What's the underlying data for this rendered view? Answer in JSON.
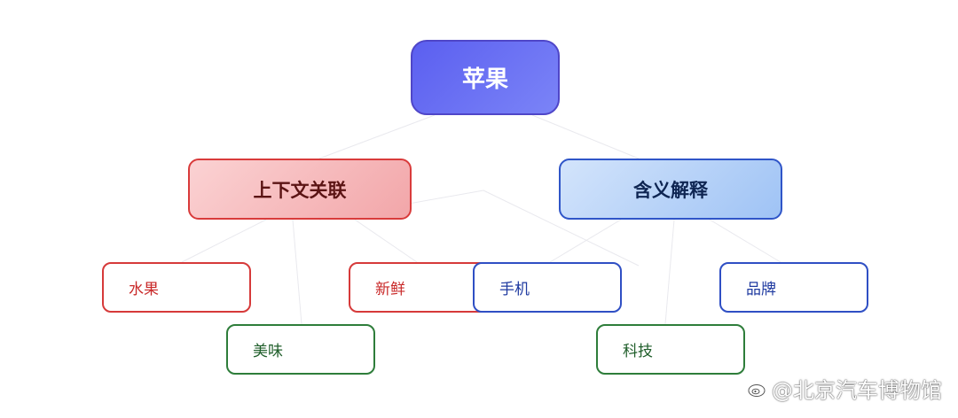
{
  "diagram": {
    "root": {
      "label": "苹果"
    },
    "branches": [
      {
        "label": "上下文关联"
      },
      {
        "label": "含义解释"
      }
    ],
    "leaves": [
      {
        "label": "水果"
      },
      {
        "label": "新鲜"
      },
      {
        "label": "美味"
      },
      {
        "label": "手机"
      },
      {
        "label": "品牌"
      },
      {
        "label": "科技"
      }
    ]
  },
  "colors": {
    "root": "#5b5ff0",
    "context_branch": "#d93b3b",
    "meaning_branch": "#2f55c8",
    "green_leaf": "#2e7d3a"
  },
  "watermark": {
    "text": "@北京汽车博物馆",
    "logo_icon": "weibo-icon"
  }
}
